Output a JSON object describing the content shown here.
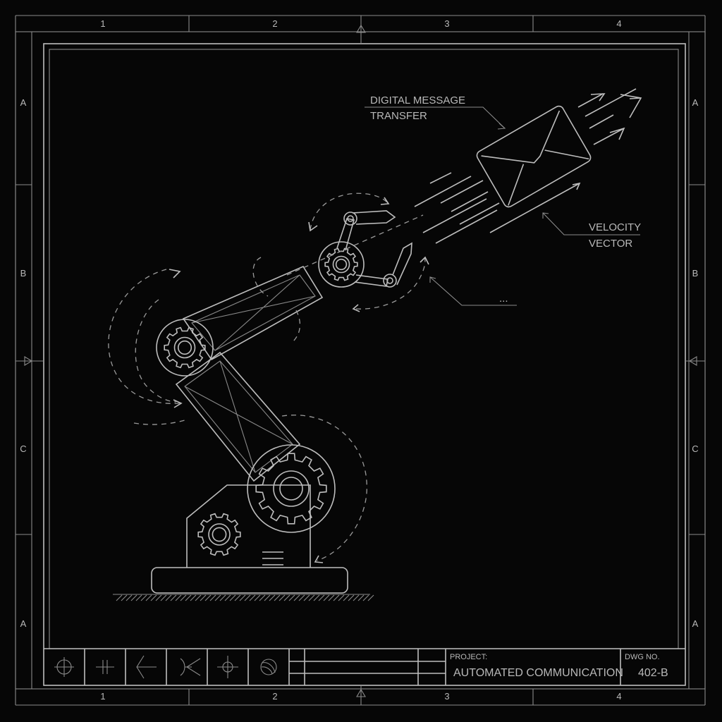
{
  "border": {
    "columns": [
      "1",
      "2",
      "3",
      "4"
    ],
    "rows": [
      "A",
      "B",
      "C",
      "A"
    ]
  },
  "annotations": {
    "message_line1": "DIGITAL MESSAGE",
    "message_line2": "TRANSFER",
    "velocity_line1": "VELOCITY",
    "velocity_line2": "VECTOR",
    "ellipsis": "..."
  },
  "title_block": {
    "symbols": [
      "crosshair-circle-icon",
      "capacitor-icon",
      "angle-icon",
      "junction-icon",
      "crosshair-icon",
      "sphere-icon"
    ],
    "project_label": "PROJECT:",
    "project_name": "AUTOMATED COMMUNICATION",
    "dwg_label": "DWG NO.",
    "dwg_number": "402-B"
  },
  "colors": {
    "background": "#060606",
    "line": "#bdbdbd"
  }
}
